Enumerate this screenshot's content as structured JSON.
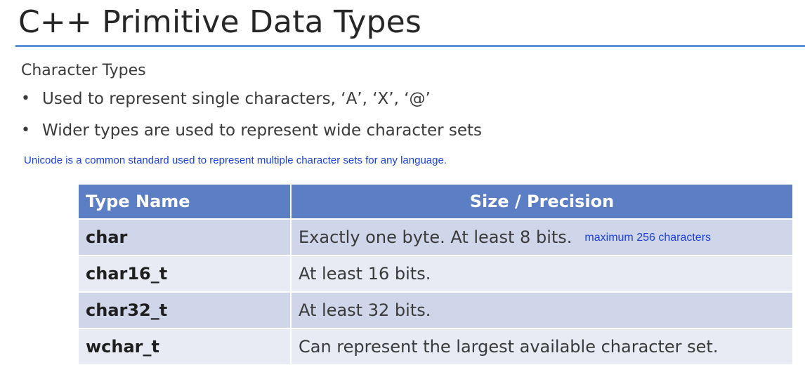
{
  "slide": {
    "title": "C++ Primitive Data Types",
    "subtitle": "Character Types",
    "bullets": [
      "Used to represent single characters, ‘A’, ‘X’, ‘@’",
      "Wider types are used to represent wide character sets"
    ],
    "bullet_glyph": "•",
    "note": "Unicode is a common standard used to represent multiple character sets for any language."
  },
  "table": {
    "headers": [
      "Type Name",
      "Size / Precision"
    ],
    "rows": [
      {
        "type": "char",
        "size": "Exactly one byte.  At least 8 bits.",
        "note": "maximum 256 characters"
      },
      {
        "type": "char16_t",
        "size": "At least 16 bits.",
        "note": ""
      },
      {
        "type": "char32_t",
        "size": "At least 32 bits.",
        "note": ""
      },
      {
        "type": "wchar_t",
        "size": "Can represent the largest available character set.",
        "note": ""
      }
    ]
  },
  "colors": {
    "title_rule": "#5b93d6",
    "header_bg": "#5b7ec5",
    "row_dark": "#cfd6e9",
    "row_light": "#e8ebf4",
    "annotation_text": "#1a3fd8"
  }
}
